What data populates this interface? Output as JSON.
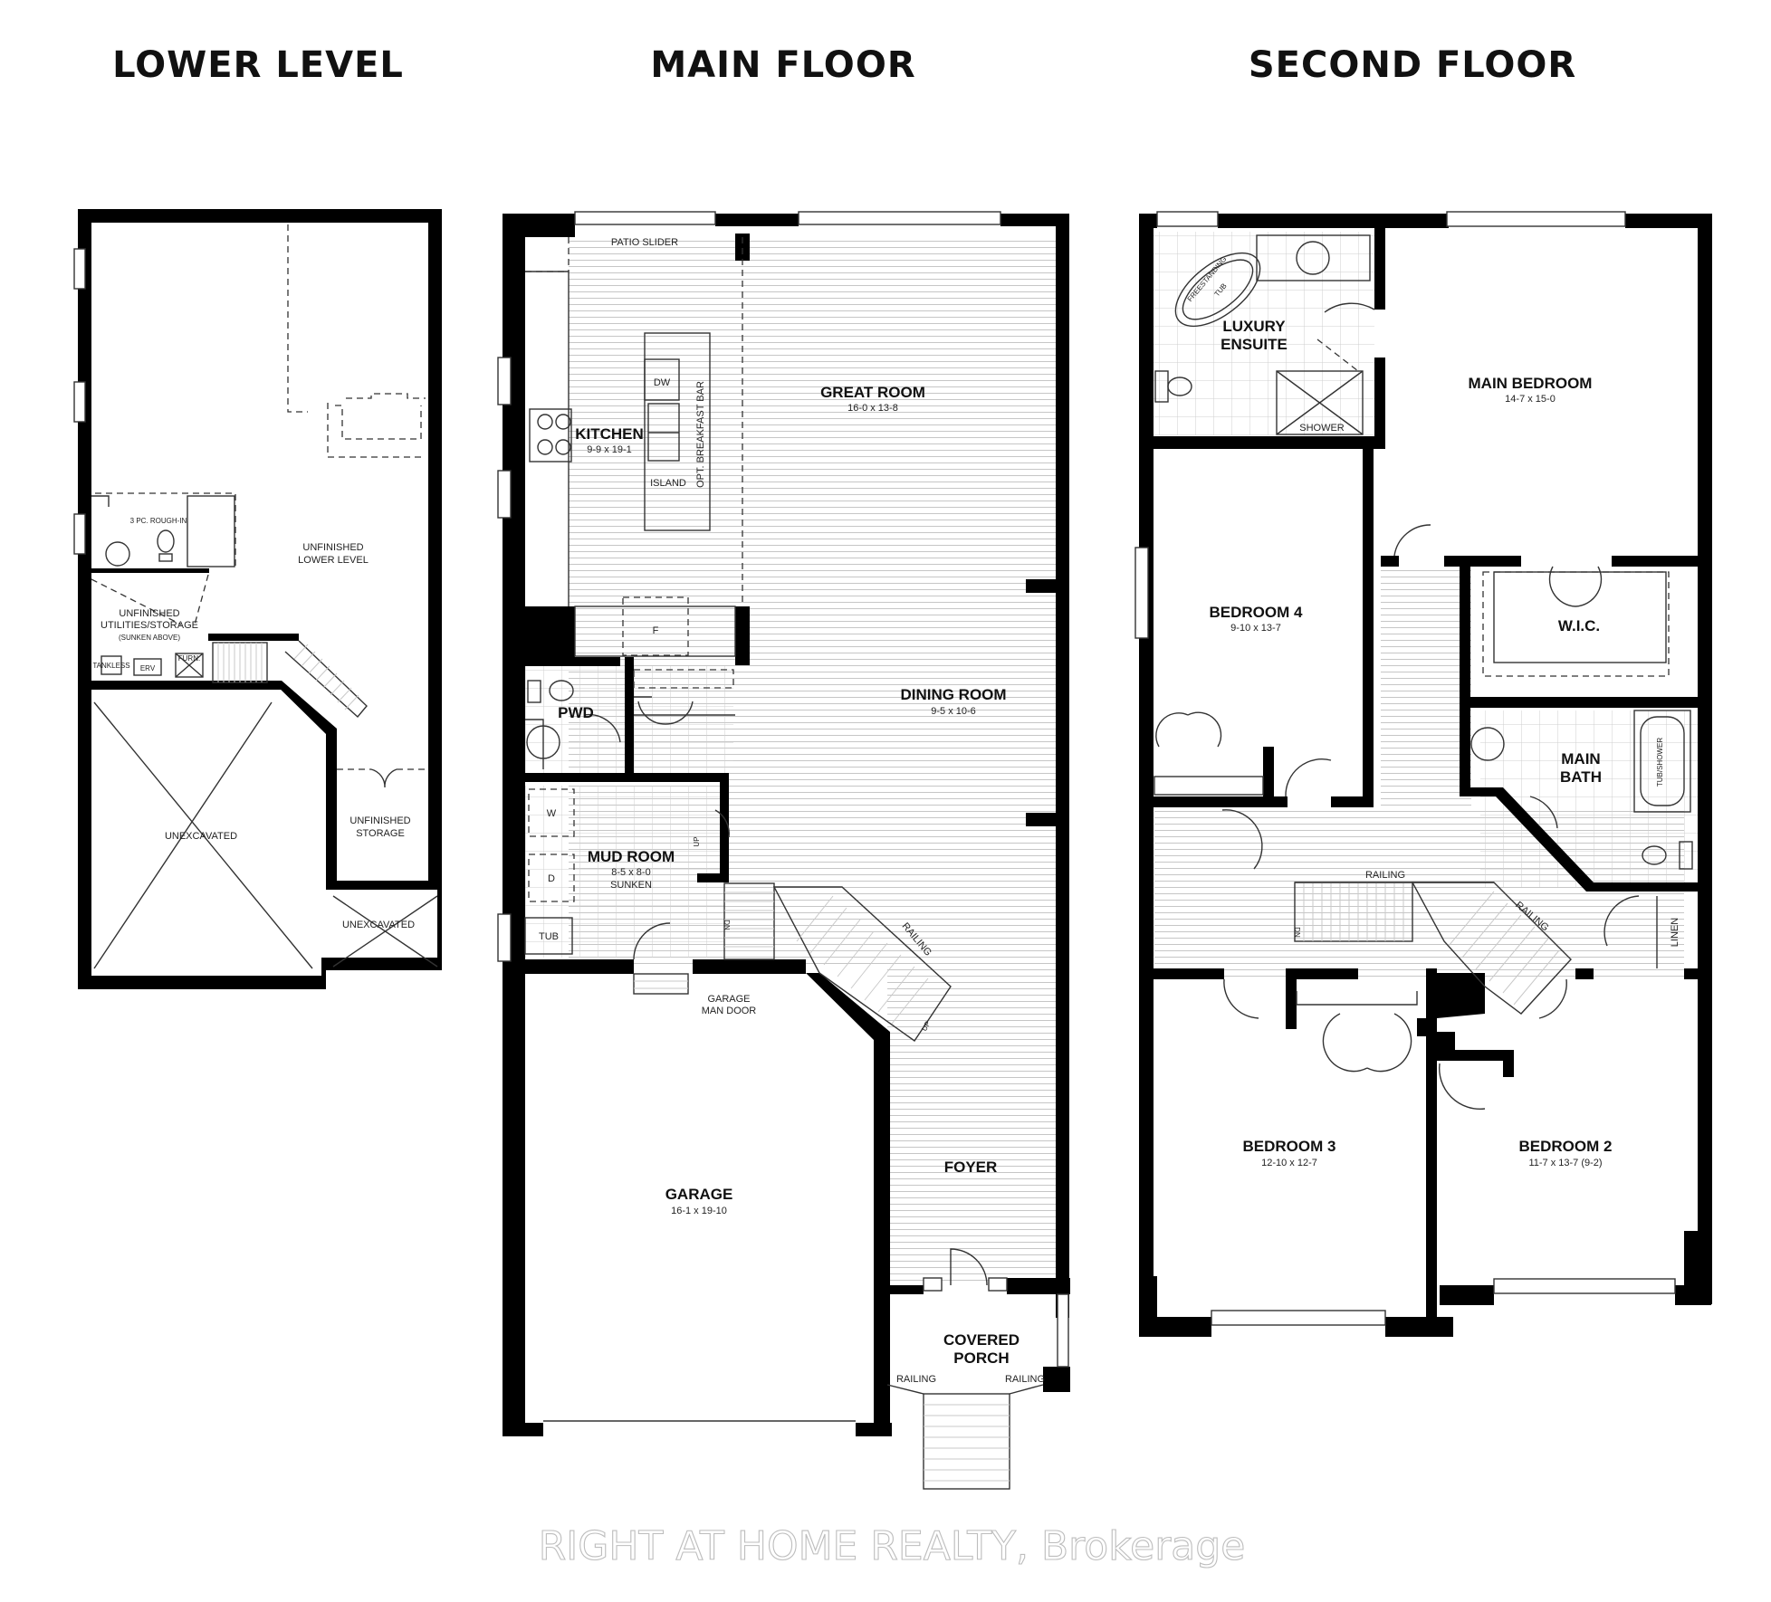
{
  "titles": {
    "lower": "LOWER LEVEL",
    "main": "MAIN FLOOR",
    "second": "SECOND FLOOR"
  },
  "lower_level": {
    "rough_in": "3 PC. ROUGH-IN",
    "unfinished_lower_1": "UNFINISHED",
    "unfinished_lower_2": "LOWER LEVEL",
    "utilities_1": "UNFINISHED",
    "utilities_2": "UTILITIES/STORAGE",
    "utilities_3": "(SUNKEN ABOVE)",
    "tankless": "TANKLESS",
    "erv": "ERV",
    "furn": "FURN.",
    "unexcavated_left": "UNEXCAVATED",
    "storage_1": "UNFINISHED",
    "storage_2": "STORAGE",
    "unexcavated_small": "UNEXCAVATED"
  },
  "main_floor": {
    "patio_slider": "PATIO SLIDER",
    "great_room": "GREAT ROOM",
    "great_room_size": "16-0 x 13-8",
    "kitchen": "KITCHEN",
    "kitchen_size": "9-9 x 19-1",
    "dw": "DW",
    "island": "ISLAND",
    "breakfast_bar": "OPT. BREAKFAST BAR",
    "fridge": "F",
    "pwd": "PWD",
    "dining_room": "DINING ROOM",
    "dining_room_size": "9-5 x 10-6",
    "washer": "W",
    "dryer": "D",
    "mud_room": "MUD ROOM",
    "mud_room_size": "8-5 x 8-0",
    "sunken": "SUNKEN",
    "tub": "TUB",
    "up_mud": "UP",
    "dn": "DN",
    "railing_stair": "RAILING",
    "up_stair": "UP",
    "garage_door_1": "GARAGE",
    "garage_door_2": "MAN DOOR",
    "garage": "GARAGE",
    "garage_size": "16-1 x 19-10",
    "foyer": "FOYER",
    "covered_porch_1": "COVERED",
    "covered_porch_2": "PORCH",
    "railing_left": "RAILING",
    "railing_right": "RAILING"
  },
  "second_floor": {
    "freestanding_tub_1": "FREESTANDING",
    "freestanding_tub_2": "TUB",
    "luxury_ensuite_1": "LUXURY",
    "luxury_ensuite_2": "ENSUITE",
    "shower": "SHOWER",
    "main_bedroom": "MAIN BEDROOM",
    "main_bedroom_size": "14-7 x 15-0",
    "bedroom4": "BEDROOM 4",
    "bedroom4_size": "9-10 x 13-7",
    "wic": "W.I.C.",
    "main_bath_1": "MAIN",
    "main_bath_2": "BATH",
    "tub_shower": "TUB/SHOWER",
    "railing_top": "RAILING",
    "railing_diag": "RAILING",
    "dn": "DN",
    "linen": "LINEN",
    "bedroom3": "BEDROOM 3",
    "bedroom3_size": "12-10 x 12-7",
    "bedroom2": "BEDROOM 2",
    "bedroom2_size": "11-7 x 13-7 (9-2)"
  },
  "watermark": "RIGHT AT HOME REALTY, Brokerage"
}
